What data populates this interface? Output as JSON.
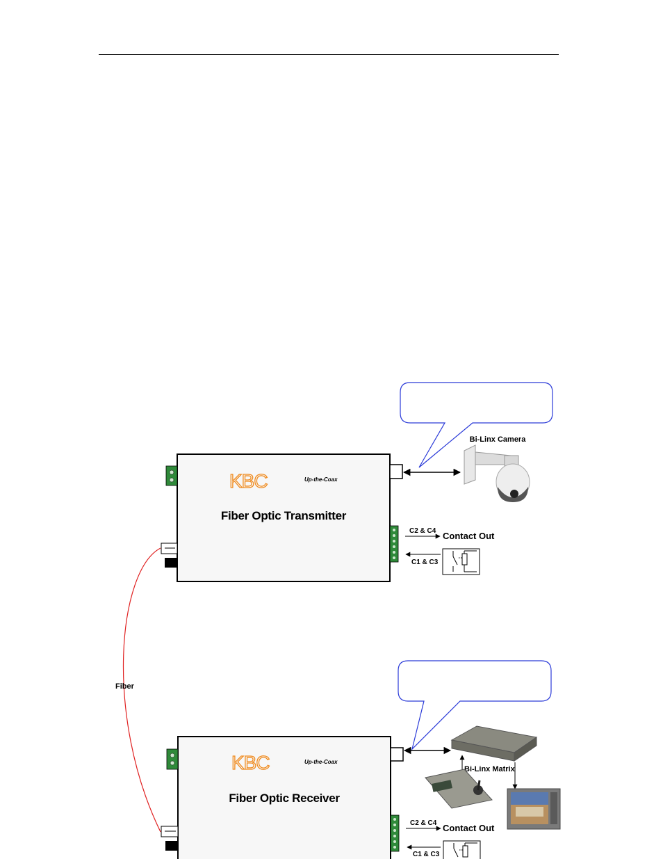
{
  "transmitter": {
    "logo": "KBC",
    "tagline": "Up-the-Coax",
    "title": "Fiber Optic Transmitter",
    "camera_label": "Bi-Linx Camera",
    "contact_out_label": "Contact Out",
    "c2c4_label": "C2 & C4",
    "c1c3_label": "C1 & C3"
  },
  "receiver": {
    "logo": "KBC",
    "tagline": "Up-the-Coax",
    "title": "Fiber Optic Receiver",
    "matrix_label": "Bi-Linx Matrix",
    "contact_out_label": "Contact Out",
    "c2c4_label": "C2 & C4",
    "c1c3_label": "C1 & C3"
  },
  "fiber_label": "Fiber",
  "colors": {
    "fiber": "#e02020",
    "logo": "#f08a1c",
    "connector_green": "#2f8a3a",
    "callout_border": "#2a3ad8",
    "box_fill": "#f7f7f7"
  }
}
